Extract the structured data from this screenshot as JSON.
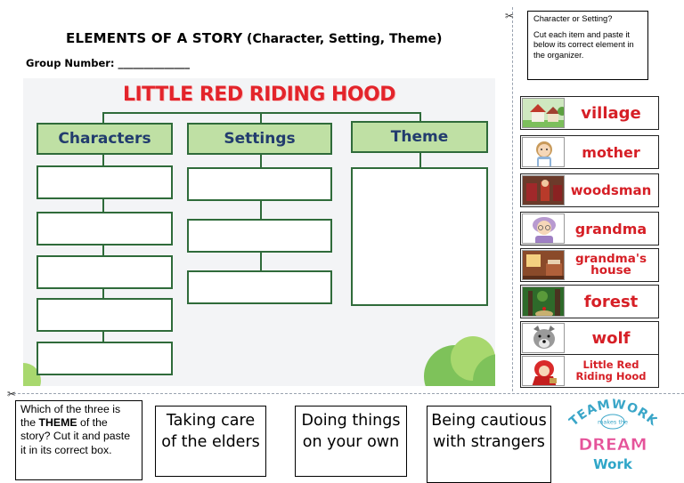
{
  "header": {
    "title_main": "ELEMENTS OF A STORY",
    "title_sub": "(Character, Setting, Theme)",
    "group_label": "Group Number: ______________"
  },
  "organizer": {
    "title": "LITTLE RED RIDING HOOD",
    "columns": [
      "Characters",
      "Settings",
      "Theme"
    ]
  },
  "instructions": {
    "heading": "Character or Setting?",
    "body": "Cut each item and paste it below its correct element in the organizer."
  },
  "cutout_items": [
    {
      "label": "village",
      "icon": "village-icon"
    },
    {
      "label": "mother",
      "icon": "mother-icon"
    },
    {
      "label": "woodsman",
      "icon": "woodsman-icon"
    },
    {
      "label": "grandma",
      "icon": "grandma-icon"
    },
    {
      "label": "grandma's house",
      "icon": "house-interior-icon"
    },
    {
      "label": "forest",
      "icon": "forest-icon"
    },
    {
      "label": "wolf",
      "icon": "wolf-icon"
    },
    {
      "label": "Little Red Riding Hood",
      "icon": "red-riding-hood-icon"
    }
  ],
  "theme_question": {
    "part1": "Which of the three is the ",
    "emph": "THEME",
    "part2": " of the story?  Cut it and paste it in its correct box."
  },
  "theme_options": [
    "Taking care of the elders",
    "Doing things on your own",
    "Being cautious with strangers"
  ],
  "logo": {
    "line1": "TEAMWORK",
    "badge": "makes the",
    "line2": "DREAM",
    "line3": "Work"
  },
  "colors": {
    "accent_red": "#e3242b",
    "header_green": "#bfe0a4",
    "border_green": "#2f6b3a",
    "header_text": "#223c6e"
  },
  "scissor_glyph": "✂"
}
